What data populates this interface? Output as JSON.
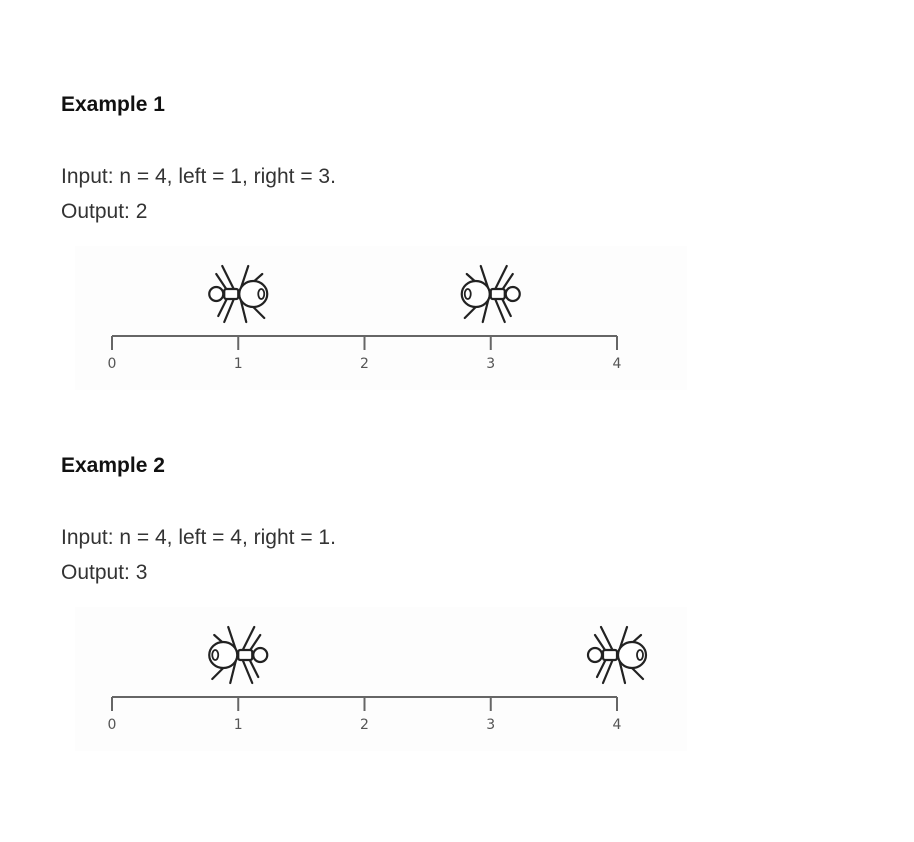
{
  "examples": [
    {
      "heading": "Example 1",
      "input": "Input: n = 4, left = 1, right = 3.",
      "output": "Output: 2",
      "diagram": {
        "axis_ticks": [
          "0",
          "1",
          "2",
          "3",
          "4"
        ],
        "ants": [
          {
            "position": 1,
            "facing": "right"
          },
          {
            "position": 3,
            "facing": "left"
          }
        ]
      }
    },
    {
      "heading": "Example 2",
      "input": "Input: n = 4, left = 4, right = 1.",
      "output": "Output: 3",
      "diagram": {
        "axis_ticks": [
          "0",
          "1",
          "2",
          "3",
          "4"
        ],
        "ants": [
          {
            "position": 1,
            "facing": "left"
          },
          {
            "position": 4,
            "facing": "right"
          }
        ]
      }
    }
  ]
}
